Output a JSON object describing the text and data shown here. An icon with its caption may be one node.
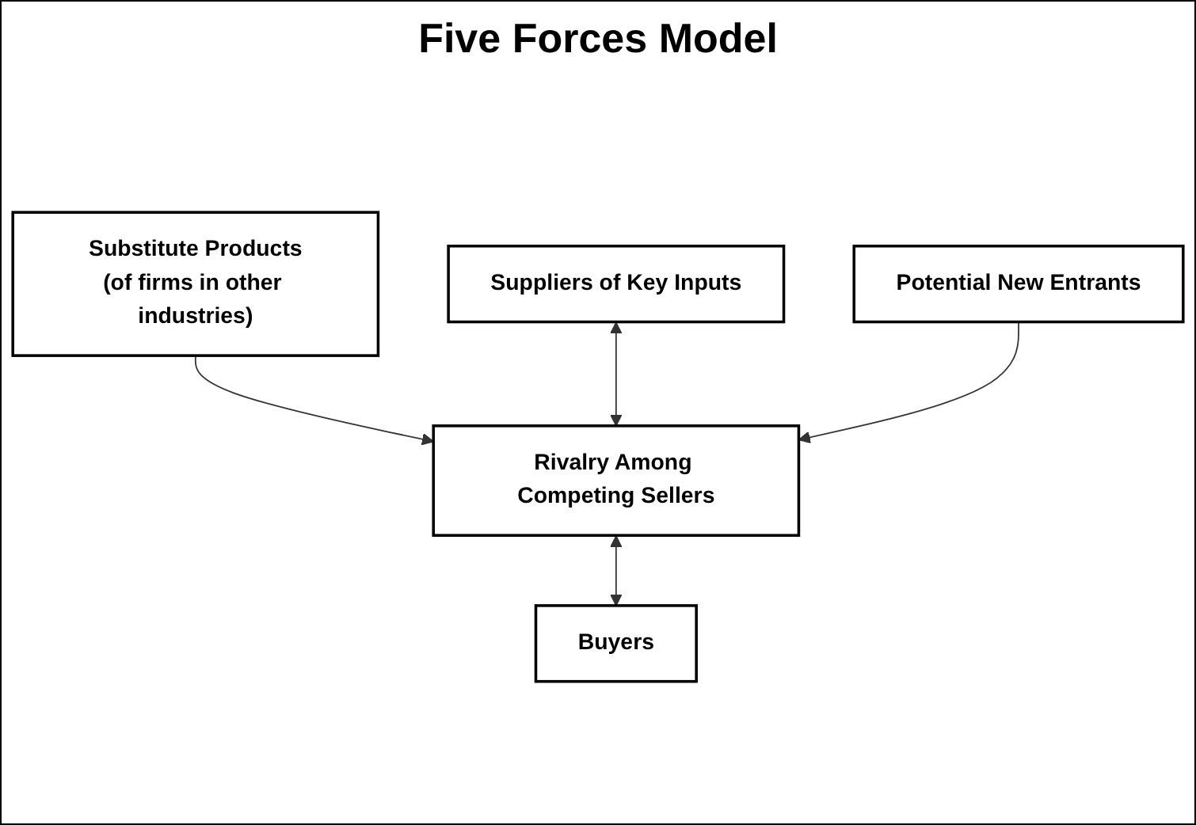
{
  "diagram": {
    "title": "Five Forces Model",
    "nodes": [
      {
        "text": [
          "Substitute Products",
          "(of firms in other industries)"
        ]
      },
      {
        "text": [
          "Suppliers of Key Inputs"
        ]
      },
      {
        "text": [
          "Rivalry Among Competing Sellers"
        ]
      },
      {
        "text": [
          "Buyers"
        ]
      },
      {
        "text": [
          "Potential New Entrants"
        ]
      }
    ],
    "edges": [
      {
        "from": 0,
        "to": 2,
        "arrow": "to"
      },
      {
        "from": 1,
        "to": 2,
        "arrow": "both"
      },
      {
        "from": 2,
        "to": 3,
        "arrow": "both"
      },
      {
        "from": 4,
        "to": 2,
        "arrow": "to"
      }
    ]
  }
}
